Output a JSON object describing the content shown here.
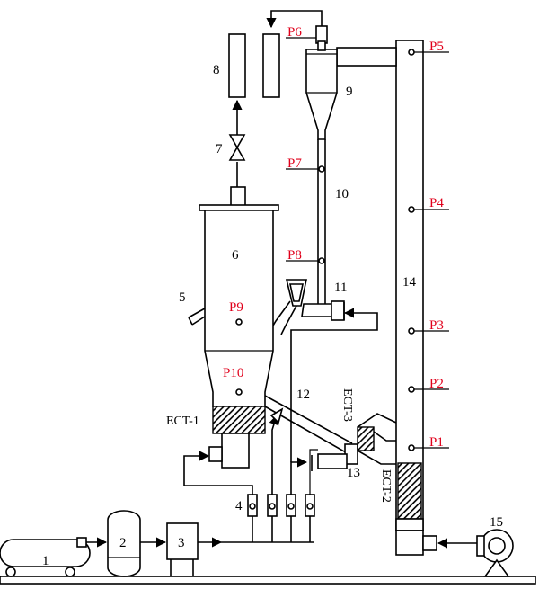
{
  "diagram": {
    "component_labels": [
      "1",
      "2",
      "3",
      "4",
      "5",
      "6",
      "7",
      "8",
      "9",
      "10",
      "11",
      "12",
      "13",
      "14",
      "15"
    ],
    "pressure_points": [
      "P1",
      "P2",
      "P3",
      "P4",
      "P5",
      "P6",
      "P7",
      "P8",
      "P9",
      "P10"
    ],
    "sensors": [
      "ECT-1",
      "ECT-2",
      "ECT-3"
    ],
    "colors": {
      "lines": "#000000",
      "pressure_labels": "#e0001b",
      "hatch": "#000000"
    }
  }
}
